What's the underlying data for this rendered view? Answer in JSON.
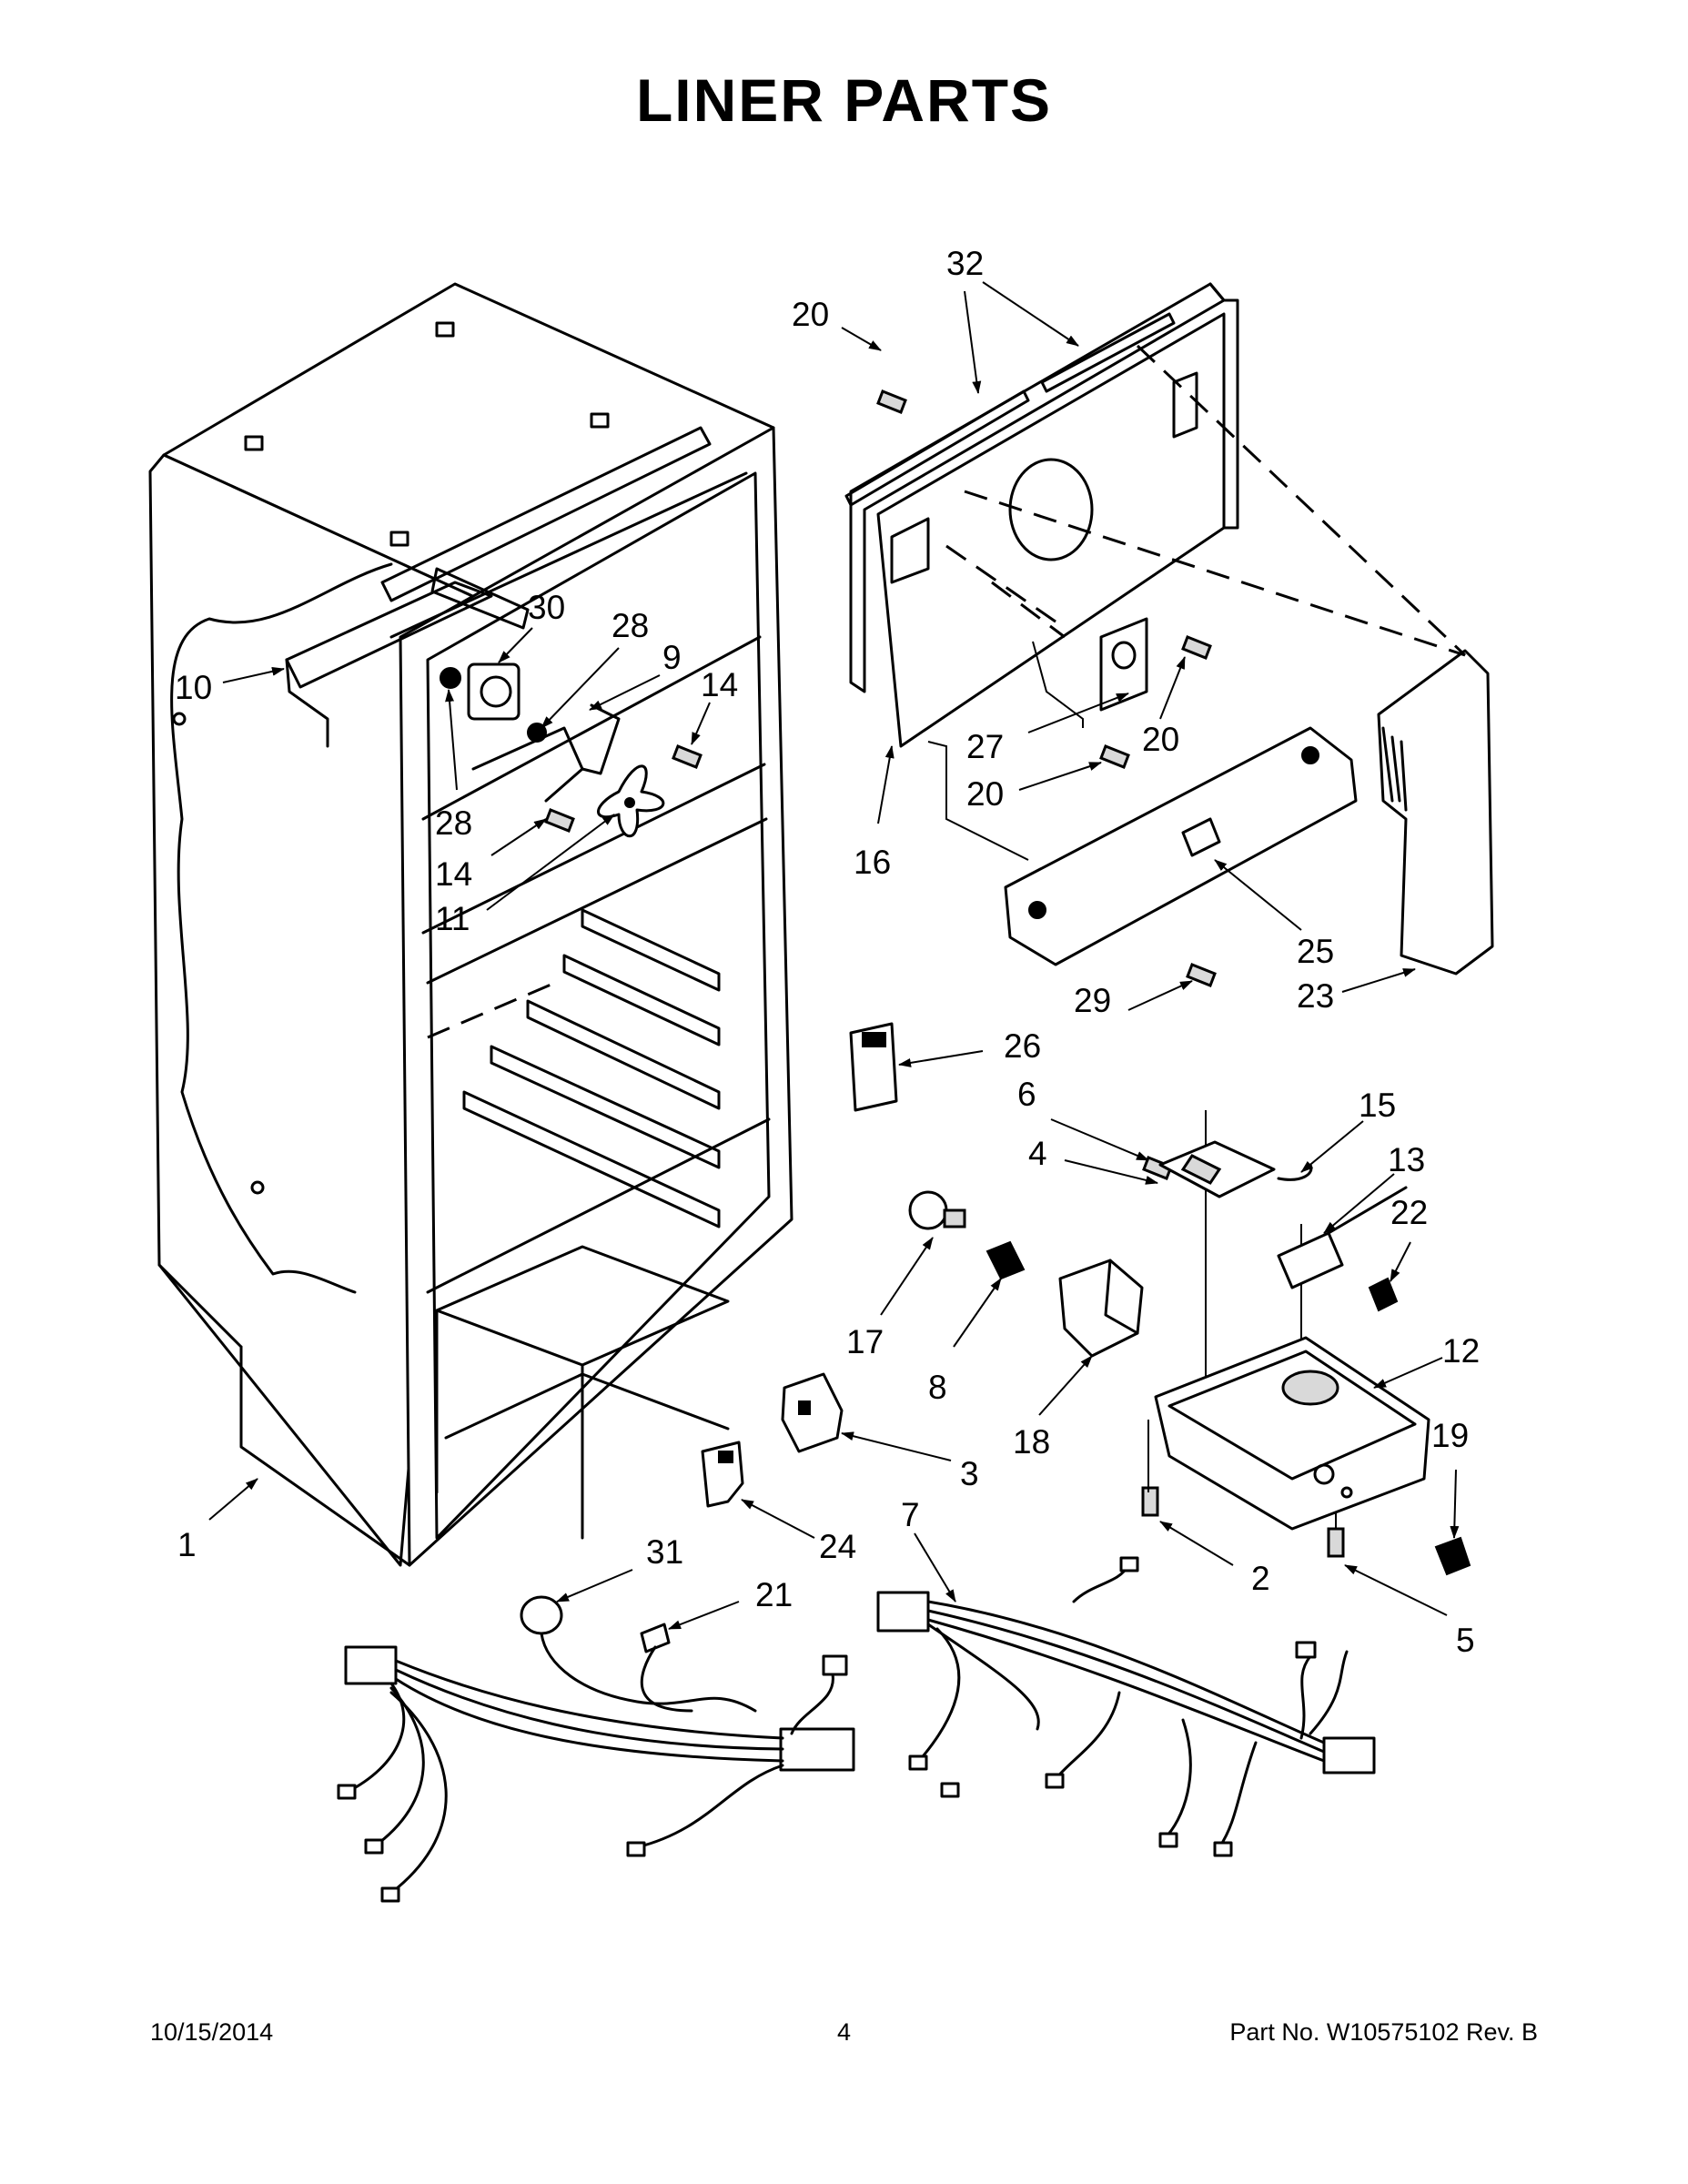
{
  "title": "LINER PARTS",
  "footer": {
    "date": "10/15/2014",
    "page": "4",
    "part_no": "Part No.  W10575102  Rev.  B"
  },
  "callouts": [
    {
      "id": "c32",
      "label": "32"
    },
    {
      "id": "c20a",
      "label": "20"
    },
    {
      "id": "c30",
      "label": "30"
    },
    {
      "id": "c28a",
      "label": "28"
    },
    {
      "id": "c9",
      "label": "9"
    },
    {
      "id": "c14a",
      "label": "14"
    },
    {
      "id": "c10",
      "label": "10"
    },
    {
      "id": "c28b",
      "label": "28"
    },
    {
      "id": "c14b",
      "label": "14"
    },
    {
      "id": "c11",
      "label": "11"
    },
    {
      "id": "c27",
      "label": "27"
    },
    {
      "id": "c20b",
      "label": "20"
    },
    {
      "id": "c20c",
      "label": "20"
    },
    {
      "id": "c16",
      "label": "16"
    },
    {
      "id": "c25",
      "label": "25"
    },
    {
      "id": "c23",
      "label": "23"
    },
    {
      "id": "c29",
      "label": "29"
    },
    {
      "id": "c26",
      "label": "26"
    },
    {
      "id": "c6",
      "label": "6"
    },
    {
      "id": "c15",
      "label": "15"
    },
    {
      "id": "c4",
      "label": "4"
    },
    {
      "id": "c13",
      "label": "13"
    },
    {
      "id": "c22",
      "label": "22"
    },
    {
      "id": "c17",
      "label": "17"
    },
    {
      "id": "c8",
      "label": "8"
    },
    {
      "id": "c12",
      "label": "12"
    },
    {
      "id": "c18",
      "label": "18"
    },
    {
      "id": "c19",
      "label": "19"
    },
    {
      "id": "c3",
      "label": "3"
    },
    {
      "id": "c7",
      "label": "7"
    },
    {
      "id": "c1",
      "label": "1"
    },
    {
      "id": "c24",
      "label": "24"
    },
    {
      "id": "c2",
      "label": "2"
    },
    {
      "id": "c31",
      "label": "31"
    },
    {
      "id": "c21",
      "label": "21"
    },
    {
      "id": "c5",
      "label": "5"
    }
  ]
}
